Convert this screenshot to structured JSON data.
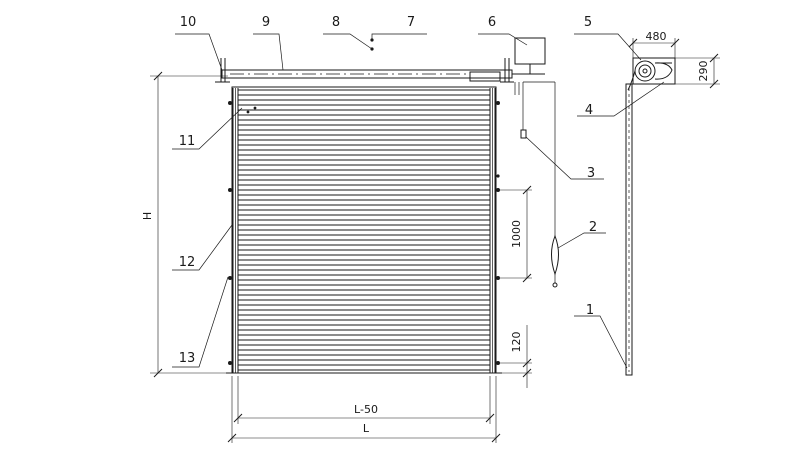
{
  "callouts": [
    "1",
    "2",
    "3",
    "4",
    "5",
    "6",
    "7",
    "8",
    "9",
    "10",
    "11",
    "12",
    "13"
  ],
  "dimensions": {
    "height": "H",
    "bracket_spacing": "1000",
    "bottom_offset": "120",
    "inner_width": "L-50",
    "width": "L",
    "box_width": "480",
    "box_height": "290"
  },
  "colors": {
    "line": "#1a1a1a",
    "background": "#ffffff"
  }
}
